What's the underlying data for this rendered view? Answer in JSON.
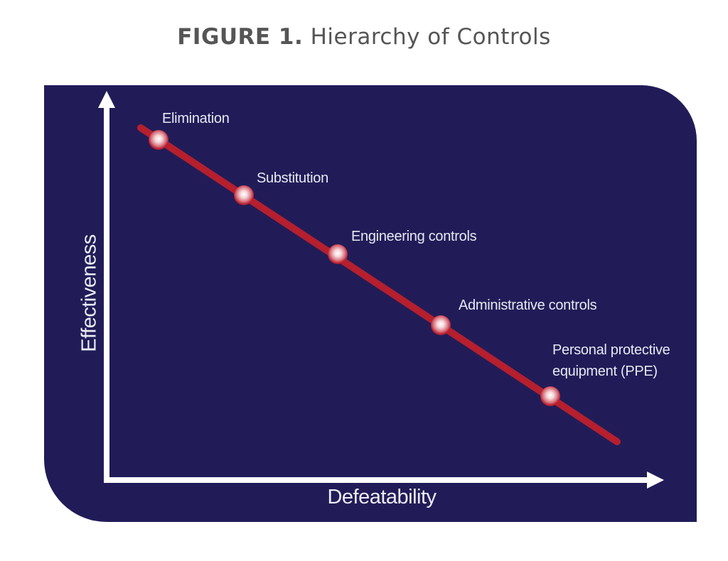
{
  "figure": {
    "number_label": "FIGURE 1.",
    "title": "Hierarchy of Controls"
  },
  "colors": {
    "background": "#211c58",
    "line": "#b51f2e",
    "axis": "#ffffff",
    "text": "#e8e8f2",
    "title": "#555555"
  },
  "axes": {
    "x_label": "Defeatability",
    "y_label": "Effectiveness"
  },
  "controls": [
    {
      "label": "Elimination",
      "rank": 1
    },
    {
      "label": "Substitution",
      "rank": 2
    },
    {
      "label": "Engineering controls",
      "rank": 3
    },
    {
      "label": "Administrative controls",
      "rank": 4
    },
    {
      "label": "Personal protective",
      "label_line2": "equipment (PPE)",
      "rank": 5
    }
  ]
}
